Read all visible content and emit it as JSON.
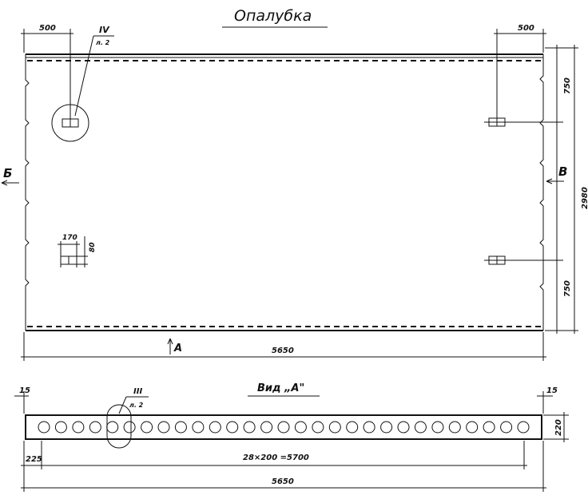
{
  "drawing": {
    "title": "Опалубка",
    "plan": {
      "dim_left_offset": "500",
      "dim_right_offset": "500",
      "dim_top_right": "750",
      "dim_bottom_right": "750",
      "dim_height": "2980",
      "dim_length": "5650",
      "dim_insert_width": "170",
      "dim_insert_height": "80",
      "callout_numeral": "IV",
      "callout_sheet": "л. 2",
      "view_left_marker": "Б",
      "view_right_marker": "В",
      "view_bottom_marker": "А"
    },
    "section": {
      "title": "Вид „А\"",
      "dim_left_edge": "15",
      "dim_right_edge": "15",
      "dim_height": "220",
      "dim_first_hole": "225",
      "dim_hole_spacing": "28×200 =5700",
      "dim_total": "5650",
      "callout_numeral": "III",
      "callout_sheet": "л. 2"
    }
  }
}
